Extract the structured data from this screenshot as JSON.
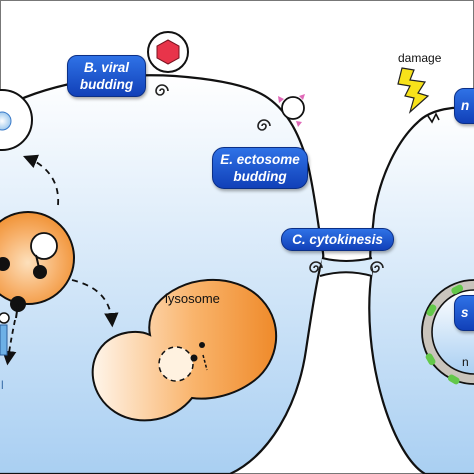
{
  "labels": {
    "viral_budding": [
      "B. viral",
      "budding"
    ],
    "ectosome_budding": [
      "E. ectosome",
      "budding"
    ],
    "cytokinesis": "C. cytokinesis",
    "right_cut_top": "n",
    "right_cut_mid": "s"
  },
  "annotations": {
    "lysosome": "lysosome",
    "damage": "damage",
    "right_cut_bottom": "n",
    "left_cut_bottom": "l"
  },
  "colors": {
    "cell_fill_top": "#ffffff",
    "cell_fill_bottom": "#aad0f2",
    "outline": "#111111",
    "label_blue": "#1a4fcf",
    "orange": "#f29a3c",
    "virus_red": "#e8344a",
    "lightning_yellow": "#f7e21a",
    "pore_green": "#63c84a",
    "pink_marker": "#e06ab8"
  }
}
